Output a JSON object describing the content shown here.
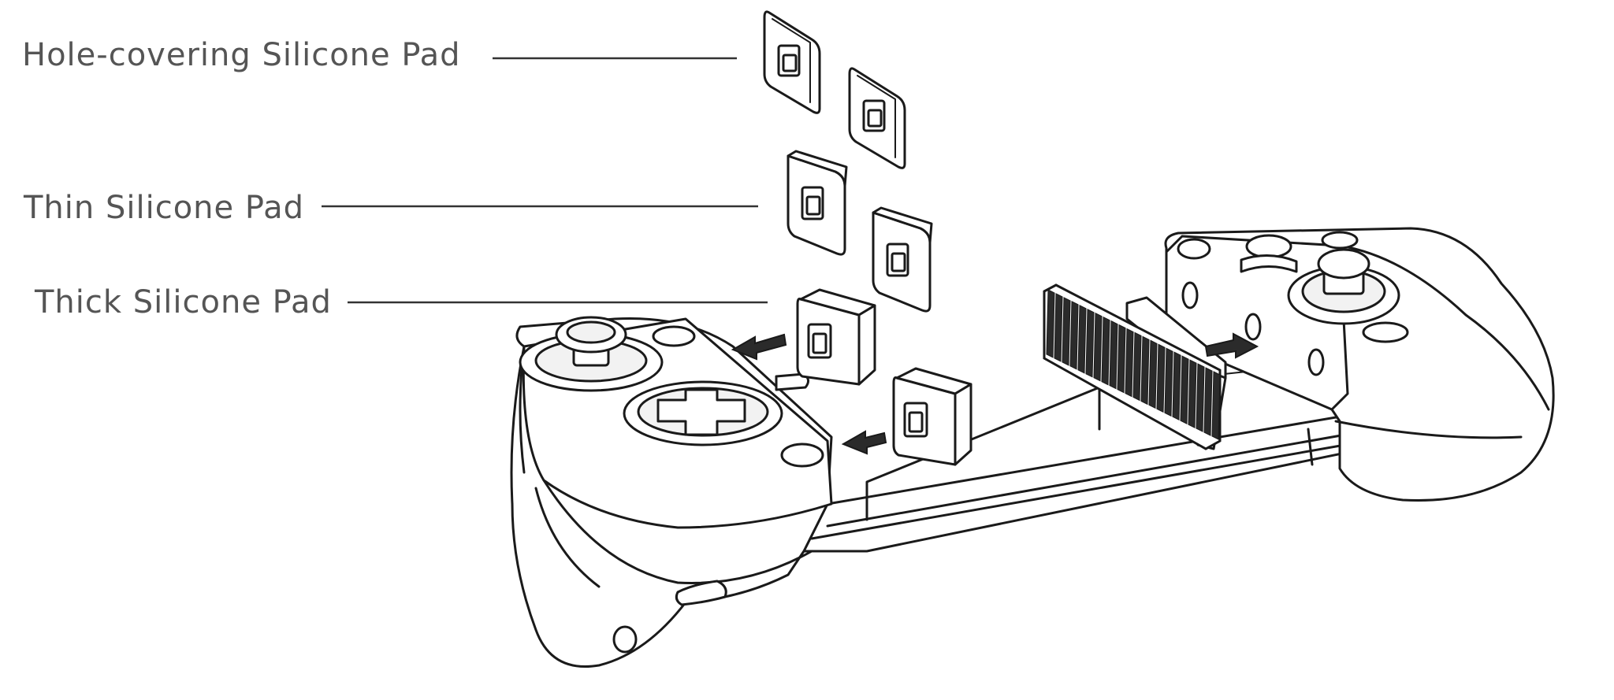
{
  "labels": {
    "hole_covering": "Hole-covering Silicone Pad",
    "thin": "Thin Silicone Pad",
    "thick": "Thick Silicone Pad"
  },
  "colors": {
    "line": "#1a1a1a",
    "label_text": "#555555",
    "background": "#ffffff"
  }
}
